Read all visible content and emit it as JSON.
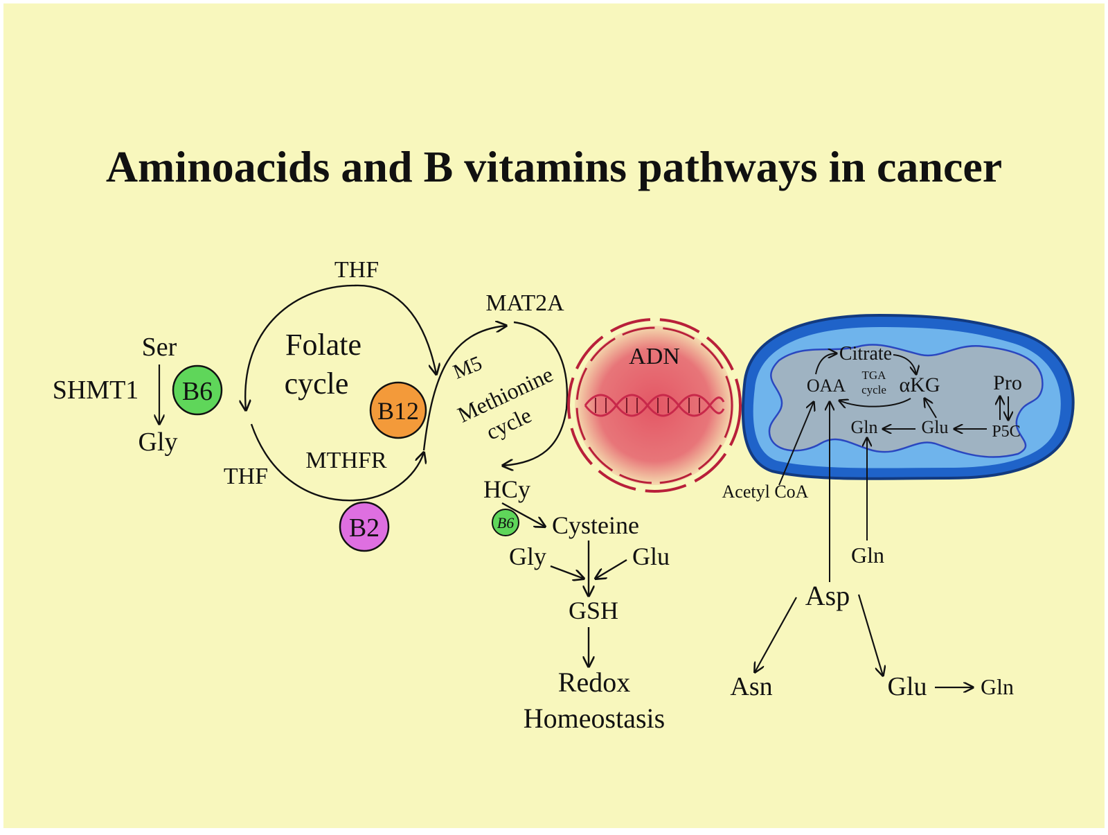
{
  "title": "Aminoacids and B vitamins pathways in cancer",
  "colors": {
    "background": "#f8f7bd",
    "vitamin_b6": "#5fd65a",
    "vitamin_b12": "#f39a3a",
    "vitamin_b2": "#de6fe0",
    "dna_glow": "#e03a55",
    "dna_ring": "#b8203a",
    "mito_outer": "#1f63c9",
    "mito_inner": "#6fb4ec",
    "mito_matrix": "#9fb3c2"
  },
  "labels": {
    "ser": "Ser",
    "shmt1": "SHMT1",
    "b6": "B6",
    "gly_left": "Gly",
    "thf_top": "THF",
    "folate_1": "Folate",
    "folate_2": "cycle",
    "b12": "B12",
    "thf_bottom": "THF",
    "mthfr": "MTHFR",
    "b2": "B2",
    "mat2a": "MAT2A",
    "m5": "M5",
    "methionine": "Methionine",
    "meth_cycle": "cycle",
    "hcy": "HCy",
    "b6_small": "B6",
    "cysteine": "Cysteine",
    "gly_mid": "Gly",
    "glu_mid": "Glu",
    "gsh": "GSH",
    "redox_1": "Redox",
    "redox_2": "Homeostasis",
    "adn": "ADN",
    "citrate": "Citrate",
    "oaa": "OAA",
    "tga_1": "TGA",
    "tga_2": "cycle",
    "akg": "αKG",
    "pro": "Pro",
    "gln_in": "Gln",
    "glu_in": "Glu",
    "p5c": "P5C",
    "acetyl": "Acetyl CoA",
    "gln_out": "Gln",
    "asp": "Asp",
    "asn": "Asn",
    "glu_bottom": "Glu",
    "gln_bottom": "Gln"
  },
  "icons": [
    "dna-helix-icon"
  ]
}
